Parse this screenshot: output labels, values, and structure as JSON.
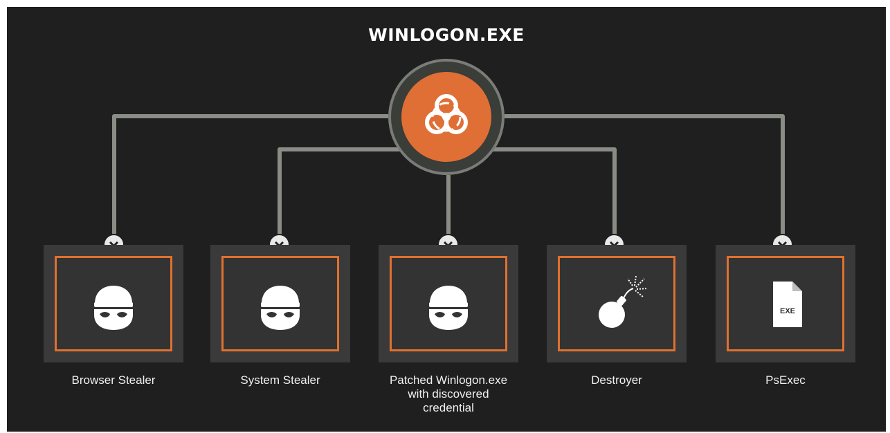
{
  "title": "WINLOGON.EXE",
  "hub": {
    "icon": "biohazard-icon",
    "color": "#e06f35"
  },
  "colors": {
    "background": "#1f1f1f",
    "accent": "#e0712f",
    "connector": "#8a8d86",
    "card": "#3a3a3a"
  },
  "nodes": [
    {
      "label": "Browser Stealer",
      "icon": "spy-mask-icon"
    },
    {
      "label": "System Stealer",
      "icon": "spy-mask-icon"
    },
    {
      "label": "Patched Winlogon.exe with discovered credential",
      "icon": "spy-mask-icon"
    },
    {
      "label": "Destroyer",
      "icon": "bomb-icon"
    },
    {
      "label": "PsExec",
      "icon": "exe-file-icon",
      "icon_text": "EXE"
    }
  ]
}
